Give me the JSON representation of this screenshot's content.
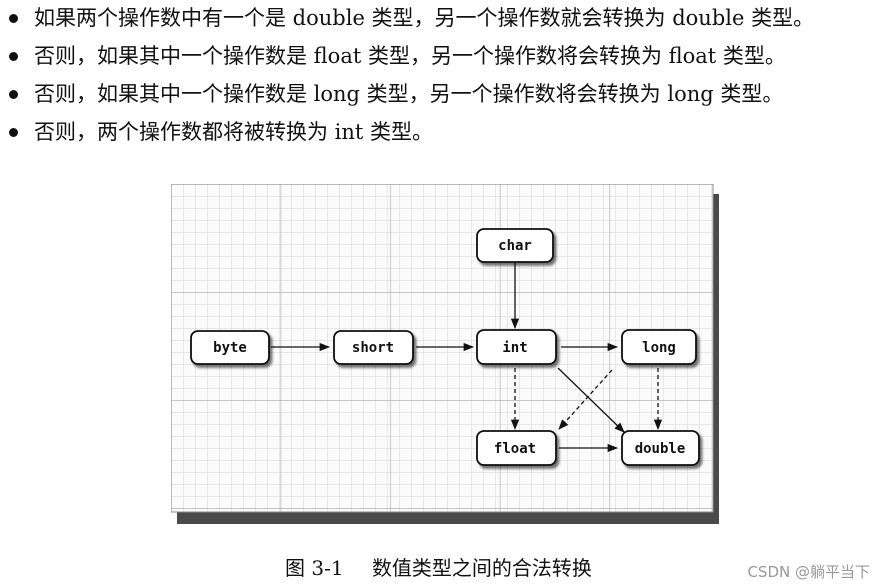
{
  "rules": [
    "如果两个操作数中有一个是 double 类型，另一个操作数就会转换为 double 类型。",
    "否则，如果其中一个操作数是 float 类型，另一个操作数将会转换为 float 类型。",
    "否则，如果其中一个操作数是 long 类型，另一个操作数将会转换为 long 类型。",
    "否则，两个操作数都将被转换为 int 类型。"
  ],
  "diagram": {
    "nodes": {
      "char": "char",
      "byte": "byte",
      "short": "short",
      "int": "int",
      "long": "long",
      "float": "float",
      "double": "double"
    },
    "edges": [
      {
        "from": "char",
        "to": "int",
        "style": "solid"
      },
      {
        "from": "byte",
        "to": "short",
        "style": "solid"
      },
      {
        "from": "short",
        "to": "int",
        "style": "solid"
      },
      {
        "from": "int",
        "to": "long",
        "style": "solid"
      },
      {
        "from": "int",
        "to": "double",
        "style": "solid"
      },
      {
        "from": "float",
        "to": "double",
        "style": "solid"
      },
      {
        "from": "int",
        "to": "float",
        "style": "dashed"
      },
      {
        "from": "long",
        "to": "float",
        "style": "dashed"
      },
      {
        "from": "long",
        "to": "double",
        "style": "dashed"
      }
    ]
  },
  "caption": {
    "number": "图 3-1",
    "title": "数值类型之间的合法转换"
  },
  "watermark": "CSDN @躺平当下"
}
